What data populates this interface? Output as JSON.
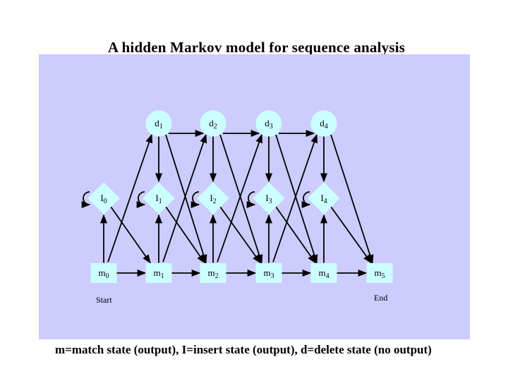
{
  "title": "A hidden Markov model for sequence analysis",
  "caption": "m=match state (output), I=insert state (output), d=delete state (no output)",
  "start_label": "Start",
  "end_label": "End",
  "colors": {
    "background": "#ffffff",
    "panel": "#ccccff",
    "node_fill": "#ccffff",
    "stroke": "#000000"
  },
  "nodes": {
    "delete": [
      {
        "name": "d",
        "sub": "1"
      },
      {
        "name": "d",
        "sub": "2"
      },
      {
        "name": "d",
        "sub": "3"
      },
      {
        "name": "d",
        "sub": "4"
      }
    ],
    "insert": [
      {
        "name": "I",
        "sub": "0"
      },
      {
        "name": "I",
        "sub": "1"
      },
      {
        "name": "I",
        "sub": "2"
      },
      {
        "name": "I",
        "sub": "3"
      },
      {
        "name": "I",
        "sub": "4"
      }
    ],
    "match": [
      {
        "name": "m",
        "sub": "0"
      },
      {
        "name": "m",
        "sub": "1"
      },
      {
        "name": "m",
        "sub": "2"
      },
      {
        "name": "m",
        "sub": "3"
      },
      {
        "name": "m",
        "sub": "4"
      },
      {
        "name": "m",
        "sub": "5"
      }
    ]
  }
}
